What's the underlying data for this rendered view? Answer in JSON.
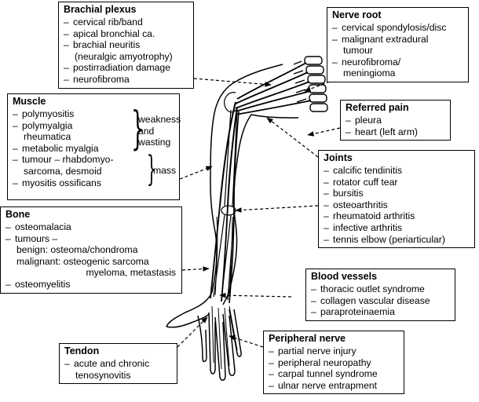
{
  "boxes": {
    "brachial_plexus": {
      "title": "Brachial plexus",
      "items": [
        "cervical rib/band",
        "apical bronchial ca.",
        "brachial neuritis",
        "(neuralgic amyotrophy)",
        "postirradiation damage",
        "neurofibroma"
      ]
    },
    "nerve_root": {
      "title": "Nerve root",
      "items": [
        "cervical spondylosis/disc",
        "malignant extradural",
        "tumour",
        "neurofibroma/",
        "meningioma"
      ]
    },
    "muscle": {
      "title": "Muscle",
      "group1_items": [
        "polymyositis",
        "polymyalgia",
        "rheumatica",
        "metabolic myalgia"
      ],
      "group1_label": "weakness and wasting",
      "group1_label_line1": "weakness",
      "group1_label_line2": "and",
      "group1_label_line3": "wasting",
      "group2_items": [
        "tumour – rhabdomyo-",
        "sarcoma, desmoid",
        "myositis ossificans"
      ],
      "group2_label": "mass"
    },
    "referred_pain": {
      "title": "Referred pain",
      "items": [
        "pleura",
        "heart (left arm)"
      ]
    },
    "joints": {
      "title": "Joints",
      "items": [
        "calcific tendinitis",
        "rotator cuff tear",
        "bursitis",
        "osteoarthritis",
        "rheumatoid arthritis",
        "infective arthritis",
        "tennis elbow (periarticular)"
      ]
    },
    "bone": {
      "title": "Bone",
      "items": [
        "osteomalacia",
        "tumours –",
        "benign: osteoma/chondroma",
        "malignant: osteogenic sarcoma",
        "myeloma, metastasis",
        "osteomyelitis"
      ]
    },
    "blood_vessels": {
      "title": "Blood vessels",
      "items": [
        "thoracic outlet syndrome",
        "collagen vascular disease",
        "paraproteinaemia"
      ]
    },
    "tendon": {
      "title": "Tendon",
      "items": [
        "acute and chronic",
        "tenosynovitis"
      ]
    },
    "peripheral_nerve": {
      "title": "Peripheral nerve",
      "items": [
        "partial nerve injury",
        "peripheral neuropathy",
        "carpal tunnel syndrome",
        "ulnar nerve entrapment"
      ]
    }
  }
}
